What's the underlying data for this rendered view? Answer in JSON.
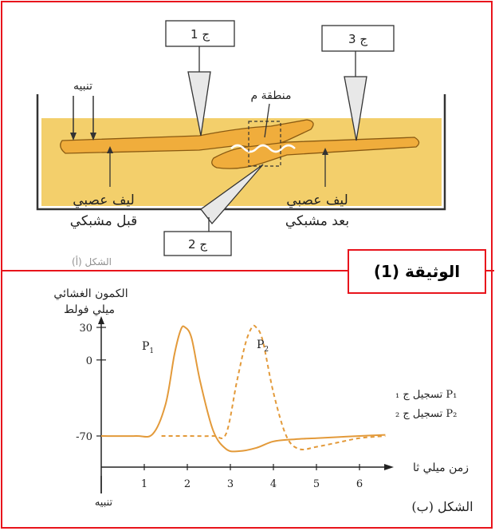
{
  "document_label": "الوثيقة (1)",
  "figure_a": {
    "electrode_1": "ج 1",
    "electrode_2": "ج 2",
    "electrode_3": "ج 3",
    "stimulation": "تنبيه",
    "zone_m": "منطقة م",
    "presynaptic_line1": "ليف عصبي",
    "presynaptic_line2": "قبل مشبكي",
    "postsynaptic_line1": "ليف عصبي",
    "postsynaptic_line2": "بعد مشبكي",
    "caption_partial": "الشكل (أ)"
  },
  "figure_b": {
    "ylabel_line1": "الكمون الغشائي",
    "ylabel_line2": "ميلي فولط",
    "xlabel": "زمن ميلي ثا",
    "stimulation": "تنبيه",
    "caption": "الشكل (ب)",
    "peak_label_1": "P",
    "peak_label_1_sub": "1",
    "peak_label_2": "P",
    "peak_label_2_sub": "2",
    "legend_1": "P₁ تسجيل ج ₁",
    "legend_2": "P₂ تسجيل ج ₂"
  },
  "chart_data": {
    "type": "line",
    "xlabel": "زمن ميلي ثا",
    "ylabel": "الكمون الغشائي ميلي فولط",
    "x_ticks": [
      1,
      2,
      3,
      4,
      5,
      6
    ],
    "y_ticks": [
      30,
      0,
      -70
    ],
    "series": [
      {
        "name": "P₁ تسجيل ج ₁",
        "style": "solid",
        "x": [
          0,
          0.8,
          1.2,
          1.5,
          1.7,
          1.85,
          1.95,
          2.1,
          2.3,
          2.6,
          2.9,
          3.2,
          3.6,
          4.0,
          4.5,
          5.0,
          5.5,
          6.0,
          6.6
        ],
        "y": [
          -70,
          -70,
          -68,
          -40,
          5,
          28,
          30,
          20,
          -20,
          -65,
          -82,
          -84,
          -81,
          -75,
          -73,
          -72,
          -71,
          -70,
          -69
        ]
      },
      {
        "name": "P₂ تسجيل ج ₂",
        "style": "dashed",
        "x": [
          1.4,
          2.0,
          2.6,
          2.9,
          3.15,
          3.35,
          3.5,
          3.6,
          3.75,
          4.0,
          4.3,
          4.6,
          5.0,
          5.5,
          6.0,
          6.6
        ],
        "y": [
          -70,
          -70,
          -70,
          -68,
          -20,
          15,
          30,
          30,
          18,
          -30,
          -70,
          -82,
          -80,
          -76,
          -72,
          -70
        ]
      }
    ],
    "colors": {
      "line": "#e39a3a",
      "axis": "#222222",
      "bath": "#f3cf6b",
      "fiber": "#f0ad3c"
    }
  }
}
